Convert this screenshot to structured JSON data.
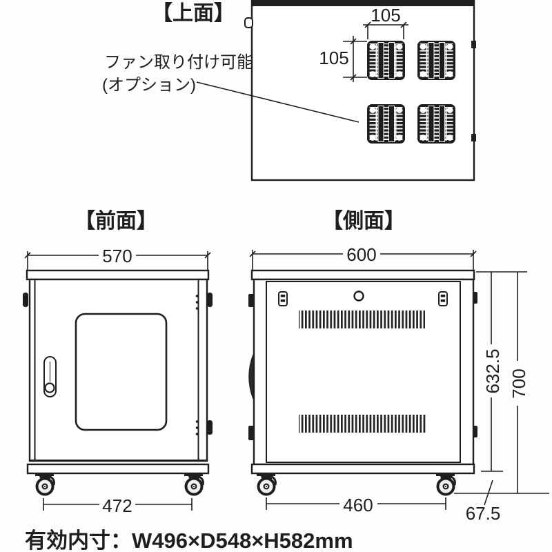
{
  "colors": {
    "line": "#1e1e1e",
    "background": "#fdfdfd"
  },
  "views": {
    "top": {
      "title": "【上面】",
      "fan_note_line1": "ファン取り付け可能",
      "fan_note_line2": "(オプション)",
      "dim_fan_pitch_x": "105",
      "dim_fan_pitch_y": "105"
    },
    "front": {
      "title": "【前面】",
      "dim_width": "570",
      "dim_caster_span": "472"
    },
    "side": {
      "title": "【側面】",
      "dim_depth": "600",
      "dim_caster_span": "460",
      "dim_body_height": "632.5",
      "dim_total_height": "700",
      "dim_caster_height": "67.5"
    }
  },
  "footer": {
    "note": "有効内寸：W496×D548×H582mm"
  }
}
